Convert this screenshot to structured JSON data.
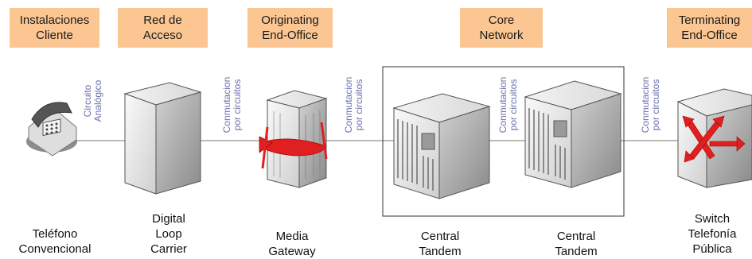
{
  "headers": [
    {
      "id": "instalaciones",
      "text": "Instalaciones\nCliente"
    },
    {
      "id": "red-acceso",
      "text": "Red de\nAcceso"
    },
    {
      "id": "originating",
      "text": "Originating\nEnd-Office"
    },
    {
      "id": "core",
      "text": "Core\nNetwork"
    },
    {
      "id": "terminating",
      "text": "Terminating\nEnd-Office"
    }
  ],
  "links": [
    {
      "id": "analogico",
      "text": "Circuito\nAnalógico"
    },
    {
      "id": "conm1",
      "text": "Conmutacion\npor circuitos"
    },
    {
      "id": "conm2",
      "text": "Conmutacion\npor circuitos"
    },
    {
      "id": "conm3",
      "text": "Conmutacion\npor circuitos"
    },
    {
      "id": "conm4",
      "text": "Conmutacion\npor circuitos"
    }
  ],
  "devices": [
    {
      "id": "telefono",
      "text": "Teléfono\nConvencional"
    },
    {
      "id": "dlc",
      "text": "Digital\nLoop\nCarrier"
    },
    {
      "id": "gateway",
      "text": "Media\nGateway"
    },
    {
      "id": "tandem1",
      "text": "Central\nTandem"
    },
    {
      "id": "tandem2",
      "text": "Central\nTandem"
    },
    {
      "id": "switch",
      "text": "Switch\nTelefonía\nPública"
    }
  ],
  "colors": {
    "header_bg": "#fcc692",
    "link_text": "#6b6fae",
    "accent_red": "#e02020"
  }
}
